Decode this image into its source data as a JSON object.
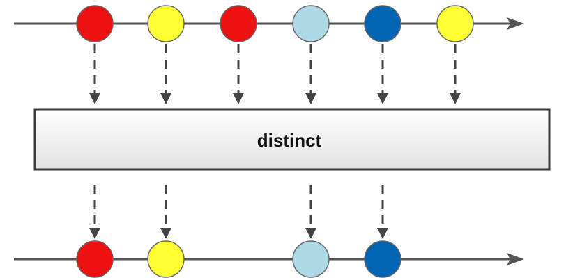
{
  "operator": {
    "label": "distinct"
  },
  "colors": {
    "red": "#ee1111",
    "yellow": "#ffff33",
    "light_blue": "#add8e6",
    "dark_blue": "#0066b3",
    "line": "#555555",
    "arrow": "#444444",
    "box_border": "#3a3a3a",
    "box_fill_top": "#ffffff",
    "box_fill_bottom": "#e4e4e4"
  },
  "input_stream": [
    {
      "color": "red"
    },
    {
      "color": "yellow"
    },
    {
      "color": "red"
    },
    {
      "color": "light_blue"
    },
    {
      "color": "dark_blue"
    },
    {
      "color": "yellow"
    }
  ],
  "output_stream": [
    {
      "color": "red",
      "source_index": 0
    },
    {
      "color": "yellow",
      "source_index": 1
    },
    {
      "color": "light_blue",
      "source_index": 3
    },
    {
      "color": "dark_blue",
      "source_index": 4
    }
  ]
}
